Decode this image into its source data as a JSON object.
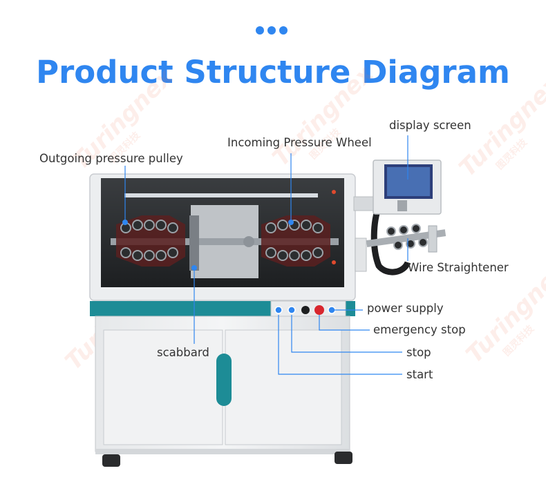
{
  "header": {
    "title": "Product Structure Diagram"
  },
  "watermark": {
    "brand": "Turingnex",
    "brand_cn": "图灵科技"
  },
  "labels": {
    "outgoing_pulley": "Outgoing pressure pulley",
    "incoming_wheel": "Incoming Pressure Wheel",
    "display_screen": "display screen",
    "wire_straightener": "Wire Straightener",
    "power_supply": "power supply",
    "emergency_stop": "emergency stop",
    "scabbard": "scabbard",
    "stop": "stop",
    "start": "start"
  },
  "colors": {
    "accent": "#2f86f0",
    "teal": "#1d8c96",
    "emergency_red": "#d8262e"
  }
}
